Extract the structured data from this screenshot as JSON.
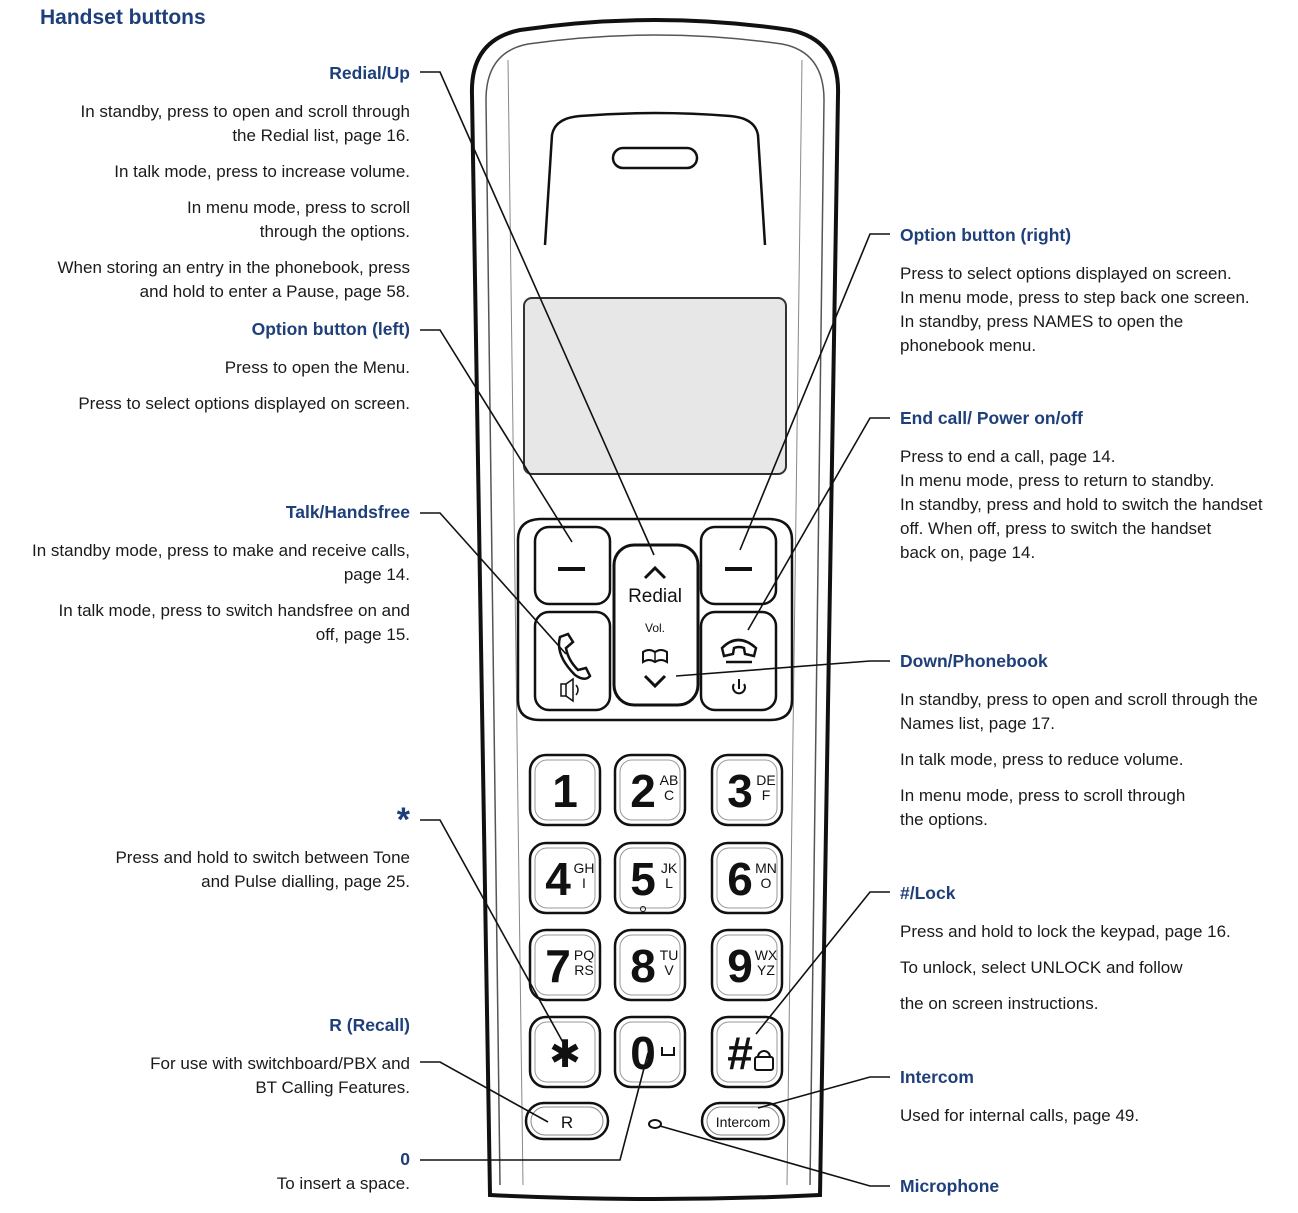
{
  "title": "Handset buttons",
  "callouts": {
    "redial_up": {
      "heading": "Redial/Up",
      "paragraphs": [
        "In standby, press to open and scroll through\nthe Redial list, page 16.",
        "In talk mode, press to increase volume.",
        "In menu mode, press to scroll\nthrough the options.",
        "When storing an entry in the phonebook, press\nand hold to enter a Pause, page 58."
      ]
    },
    "option_left": {
      "heading": "Option button (left)",
      "paragraphs": [
        "Press to open the Menu.",
        "Press to select options displayed on screen."
      ]
    },
    "talk_handsfree": {
      "heading": "Talk/Handsfree",
      "paragraphs": [
        "In standby mode, press to make and receive calls,\npage 14.",
        "In talk mode, press to switch handsfree on and\noff, page 15."
      ]
    },
    "star": {
      "heading": "*",
      "paragraphs": [
        "Press and hold to switch between Tone\nand Pulse dialling, page 25."
      ]
    },
    "recall": {
      "heading": "R (Recall)",
      "paragraphs": [
        "For use with switchboard/PBX and\nBT Calling Features."
      ]
    },
    "zero": {
      "heading": "0",
      "paragraphs": [
        "To insert a space."
      ]
    },
    "option_right": {
      "heading": "Option button (right)",
      "paragraphs": [
        "Press to select options displayed on screen.\nIn menu mode, press to step back one screen.\nIn standby, press NAMES to open the\nphonebook menu."
      ]
    },
    "end_call": {
      "heading": "End call/ Power on/off",
      "paragraphs": [
        "Press to end a call, page 14.\nIn menu mode, press to return to standby.\nIn standby, press and hold to switch the handset\noff. When off, press to switch the handset\nback on, page 14."
      ]
    },
    "down_phonebook": {
      "heading": "Down/Phonebook",
      "paragraphs": [
        "In standby, press to open and scroll through the\nNames list, page 17.",
        "In talk mode, press to reduce volume.",
        "In menu mode, press to scroll through\nthe options."
      ]
    },
    "hash_lock": {
      "heading": "#/Lock",
      "paragraphs": [
        "Press and hold to lock the keypad, page 16.",
        "To unlock, select UNLOCK and follow",
        "the on screen instructions."
      ]
    },
    "intercom": {
      "heading": "Intercom",
      "paragraphs": [
        "Used for internal calls, page 49."
      ]
    },
    "microphone": {
      "heading": "Microphone",
      "paragraphs": []
    }
  },
  "handset": {
    "redial_label": "Redial",
    "vol_label": "Vol.",
    "r_label": "R",
    "intercom_label": "Intercom",
    "keys": [
      {
        "digit": "1",
        "letters": ""
      },
      {
        "digit": "2",
        "letters": "AB\nC"
      },
      {
        "digit": "3",
        "letters": "DE\nF"
      },
      {
        "digit": "4",
        "letters": "GH\nI"
      },
      {
        "digit": "5",
        "letters": "JK\nL"
      },
      {
        "digit": "6",
        "letters": "MN\nO"
      },
      {
        "digit": "7",
        "letters": "PQ\nRS"
      },
      {
        "digit": "8",
        "letters": "TU\nV"
      },
      {
        "digit": "9",
        "letters": "WX\nYZ"
      },
      {
        "digit": "*",
        "letters": ""
      },
      {
        "digit": "0",
        "letters": "␣"
      },
      {
        "digit": "#",
        "letters": "lock"
      }
    ]
  },
  "colors": {
    "heading": "#1e3f79",
    "text": "#1a1a1a",
    "line": "#111111"
  }
}
